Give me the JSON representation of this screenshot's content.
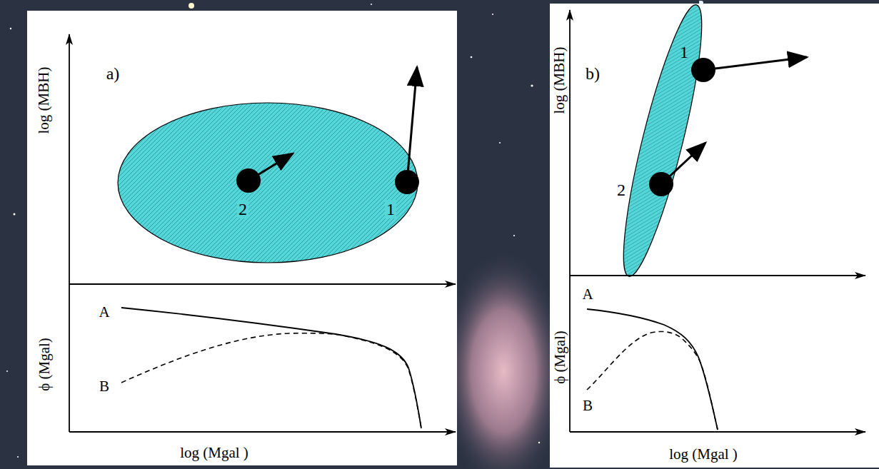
{
  "diagram": {
    "labels": [
      "a)",
      "log (MBH)",
      "2",
      "1",
      "A",
      "B",
      "ϕ (Mgal)",
      "log (Mgal )",
      "b)",
      "log (MBH)",
      "1",
      "2",
      "A",
      "B",
      "ϕ (Mgal)",
      "log (Mgal )"
    ]
  }
}
